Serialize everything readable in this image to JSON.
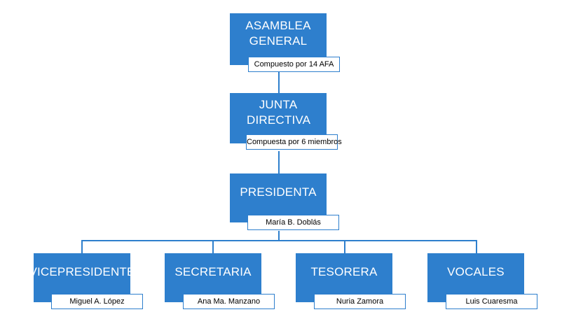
{
  "org_chart": {
    "line_color": "#2e7fcd",
    "box_color": "#2e7fcd",
    "root": {
      "title": "ASAMBLEA GENERAL",
      "subtitle": "Compuesto por 14 AFA",
      "child": {
        "title": "JUNTA DIRECTIVA",
        "subtitle": "Compuesta por 6 miembros",
        "child": {
          "title": "PRESIDENTA",
          "subtitle": "María B. Doblás",
          "children": [
            {
              "title": "VICEPRESIDENTE",
              "subtitle": "Miguel A. López"
            },
            {
              "title": "SECRETARIA",
              "subtitle": "Ana Ma. Manzano"
            },
            {
              "title": "TESORERA",
              "subtitle": "Nuria Zamora"
            },
            {
              "title": "VOCALES",
              "subtitle": "Luis Cuaresma"
            }
          ]
        }
      }
    }
  }
}
